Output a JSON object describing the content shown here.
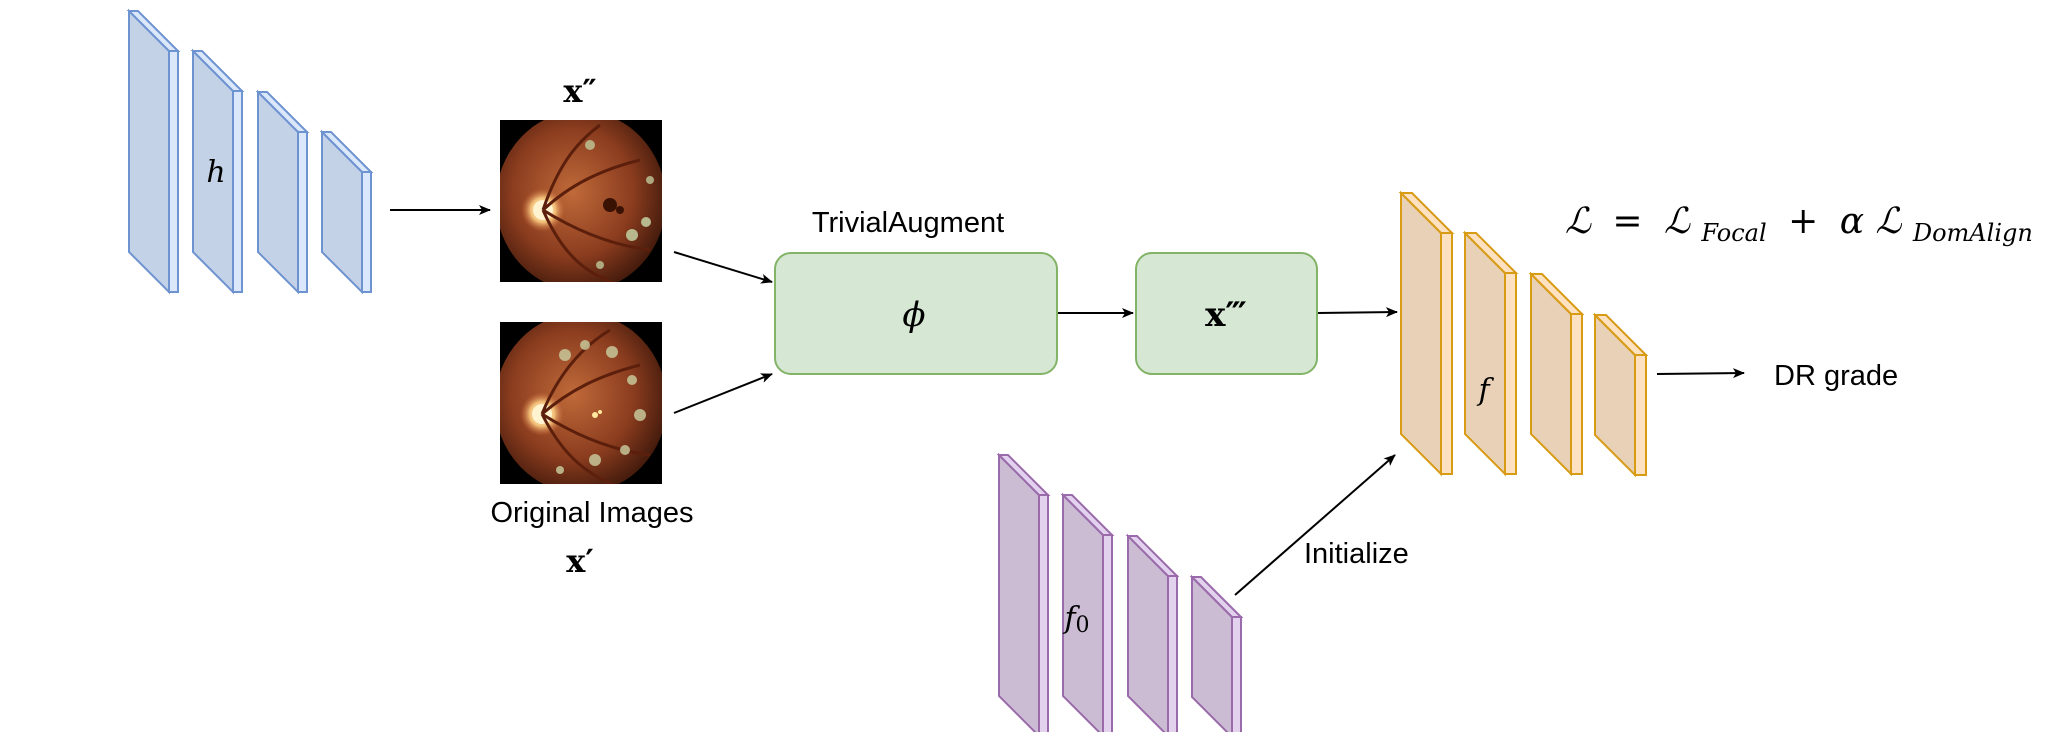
{
  "network_h": {
    "symbol": "h",
    "face_color": "#c4d2e7",
    "side_color": "#dbe8fb",
    "stroke_color": "#6e93d1"
  },
  "network_f": {
    "symbol": "f",
    "face_color": "#e9d1b8",
    "side_color": "#fde1c1",
    "stroke_color": "#d89b14"
  },
  "network_f0": {
    "symbol": "f",
    "subscript": "0",
    "face_color": "#cbbcd4",
    "side_color": "#e2d2ee",
    "stroke_color": "#9a6aaa"
  },
  "augmented_image": {
    "label": "x″"
  },
  "original_images": {
    "caption": "Original Images",
    "label": "x′"
  },
  "trivial_augment": {
    "title": "TrivialAugment",
    "symbol": "ϕ",
    "fill_color": "#d6e8d4",
    "stroke_color": "#82b366"
  },
  "augmented_output": {
    "label": "x‴",
    "fill_color": "#d6e8d4",
    "stroke_color": "#82b366"
  },
  "loss": {
    "lhs": "ℒ",
    "eq": "=",
    "term1": "ℒ",
    "term1_sub": "Focal",
    "plus": "+",
    "alpha": "α",
    "term2": "ℒ",
    "term2_sub": "DomAlign"
  },
  "output": {
    "label": "DR grade"
  },
  "initialize": {
    "label": "Initialize"
  }
}
